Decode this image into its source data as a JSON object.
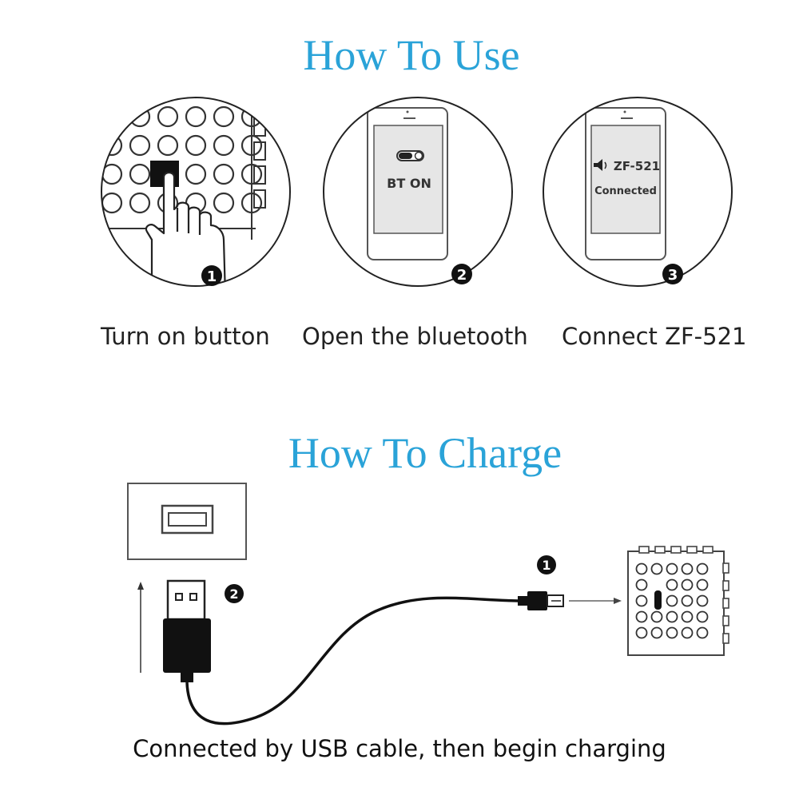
{
  "use_section": {
    "title": "How To Use",
    "steps": [
      {
        "number": "1",
        "caption": "Turn on button"
      },
      {
        "number": "2",
        "caption": "Open the bluetooth",
        "screen_text": "BT ON"
      },
      {
        "number": "3",
        "caption": "Connect ZF-521",
        "screen_device": "ZF-521",
        "screen_status": "Connected"
      }
    ]
  },
  "charge_section": {
    "title": "How To Charge",
    "caption": "Connected by USB cable, then begin charging",
    "markers": [
      "1",
      "2"
    ]
  },
  "icons": [
    "hand-pointer-icon",
    "toggle-switch-icon",
    "speaker-icon",
    "usb-port-icon",
    "usb-plug-icon",
    "micro-usb-plug-icon",
    "up-arrow-icon",
    "right-arrow-icon"
  ],
  "colors": {
    "title": "#2aa3d8",
    "line": "#222222",
    "screen": "#e6e6e6"
  }
}
